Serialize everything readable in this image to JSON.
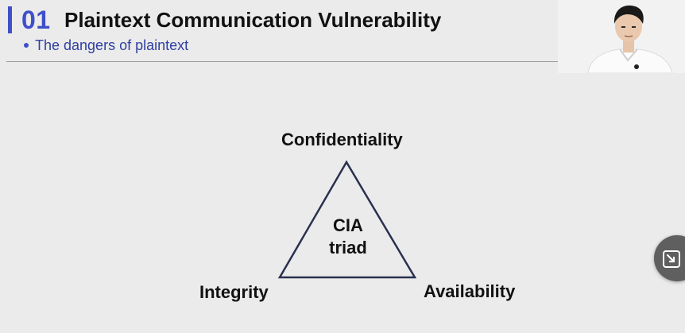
{
  "slide": {
    "section_number": "01",
    "title": "Plaintext Communication Vulnerability",
    "subtitle": "The dangers of plaintext"
  },
  "diagram": {
    "center_label": "CIA\ntriad",
    "center_line1": "CIA",
    "center_line2": "triad",
    "vertices": {
      "top": "Confidentiality",
      "bottom_left": "Integrity",
      "bottom_right": "Availability"
    }
  },
  "controls": {
    "exit_button_icon": "exit-fullscreen-icon"
  },
  "colors": {
    "accent": "#3f4fc9",
    "subtitle_text": "#2f3f9f",
    "background": "#ebebeb",
    "triangle_stroke": "#2a3150",
    "text": "#111111"
  }
}
